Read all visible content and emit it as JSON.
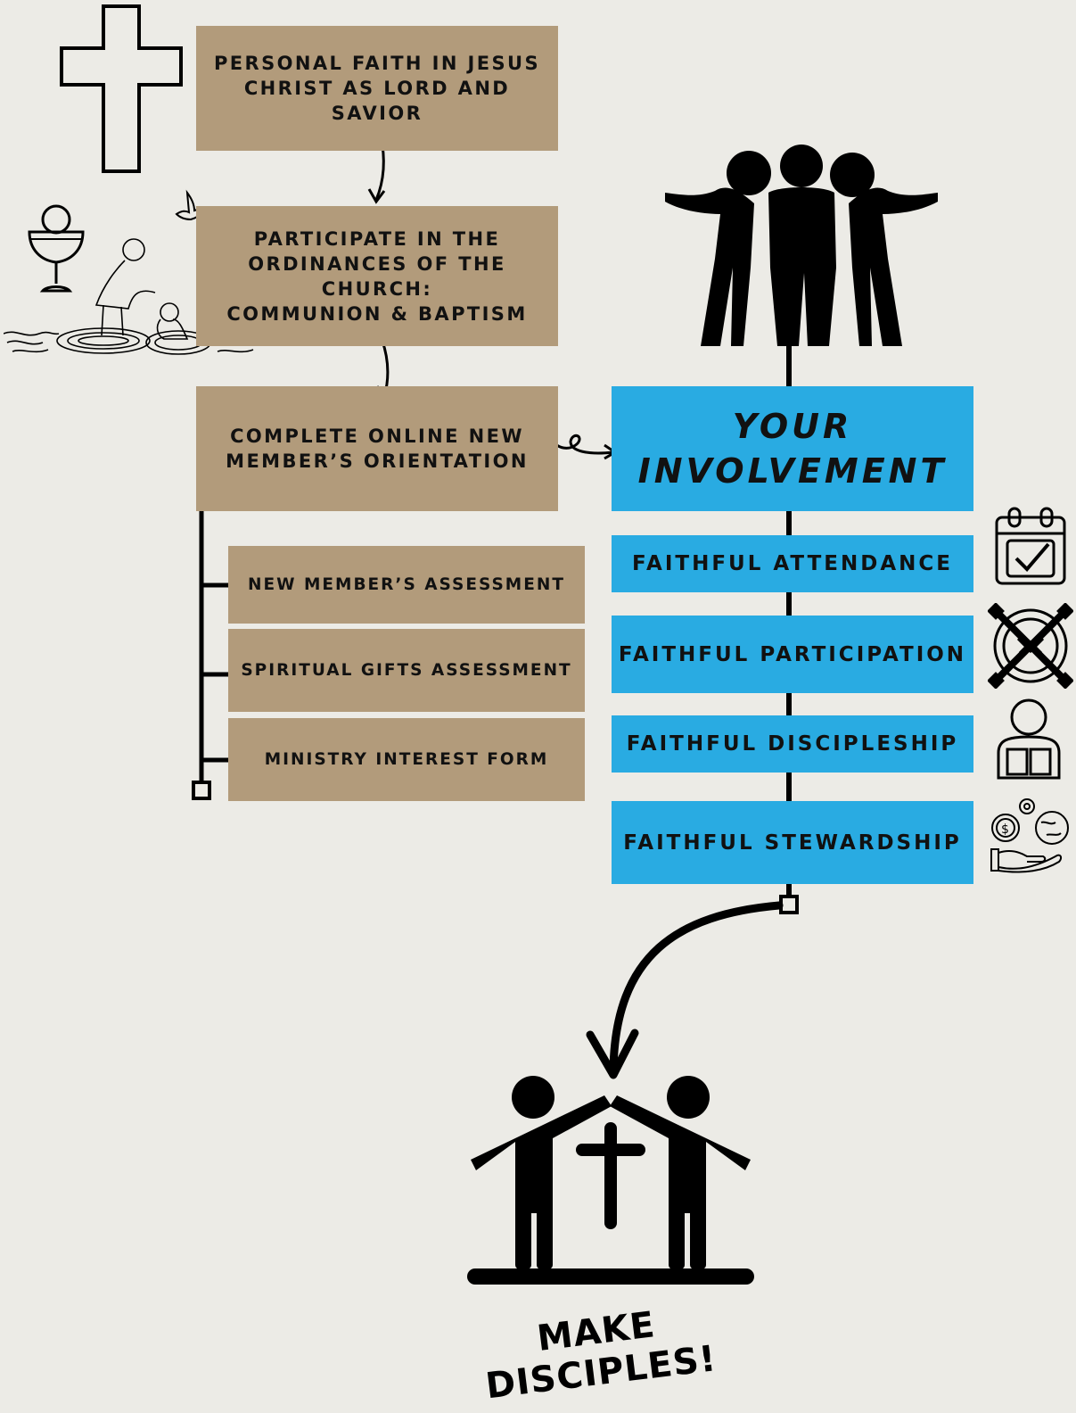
{
  "steps": {
    "faith": "PERSONAL FAITH IN JESUS CHRIST AS LORD AND SAVIOR",
    "ordinances_line1": "PARTICIPATE IN THE ORDINANCES OF THE CHURCH:",
    "ordinances_line2": "COMMUNION & BAPTISM",
    "orientation": "COMPLETE ONLINE NEW MEMBER’S ORIENTATION"
  },
  "assessments": {
    "new_member": "NEW MEMBER’S ASSESSMENT",
    "spiritual_gifts": "SPIRITUAL GIFTS ASSESSMENT",
    "ministry_interest": "MINISTRY INTEREST FORM"
  },
  "involvement": {
    "line1": "YOUR",
    "line2": "INVOLVEMENT"
  },
  "faithful": {
    "attendance": "FAITHFUL ATTENDANCE",
    "participation": "FAITHFUL PARTICIPATION",
    "discipleship": "FAITHFUL DISCIPLESHIP",
    "stewardship": "FAITHFUL STEWARDSHIP"
  },
  "goal": "MAKE DISCIPLES!",
  "colors": {
    "background": "#ecebe6",
    "tan_box": "#b29b7b",
    "blue_box": "#29abe2",
    "ink": "#000000"
  },
  "icons": [
    "cross-icon",
    "dove-icon",
    "chalice-icon",
    "baptism-icon",
    "group-hug-icon",
    "calendar-check-icon",
    "handshake-circle-icon",
    "reader-icon",
    "stewardship-icon",
    "church-people-icon"
  ]
}
